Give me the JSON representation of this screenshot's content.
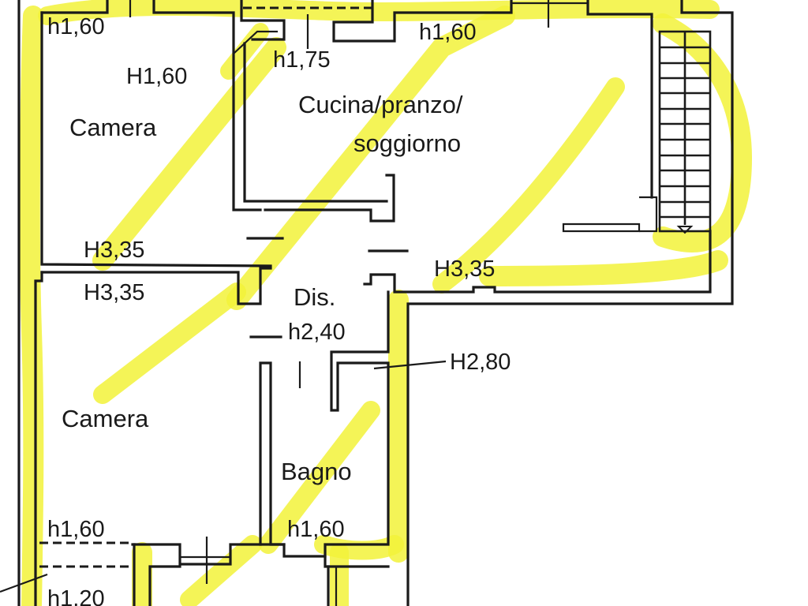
{
  "plan": {
    "highlight_color": "#f2f23a",
    "wall_color": "#1a1a1a",
    "rooms": [
      {
        "id": "camera-top",
        "name": "Camera"
      },
      {
        "id": "cucina",
        "name_line1": "Cucina/pranzo/",
        "name_line2": "soggiorno"
      },
      {
        "id": "disimpegno",
        "name": "Dis."
      },
      {
        "id": "camera-bottom",
        "name": "Camera"
      },
      {
        "id": "bagno",
        "name": "Bagno"
      }
    ],
    "heights": {
      "camera_top_corner": "h1,60",
      "camera_top_wall": "H1,60",
      "cucina_entry": "h1,75",
      "cucina_top": "h1,60",
      "camera_top_bottom": "H3,35",
      "cucina_bottom": "H3,35",
      "camera_bottom_top": "H3,35",
      "dis": "h2,40",
      "bagno_wall": "H2,80",
      "camera_bottom_lower": "h1,60",
      "bagno_lower": "h1,60",
      "bottom_strip": "h1,20"
    },
    "stair": {
      "steps": 13,
      "direction": "down"
    }
  }
}
